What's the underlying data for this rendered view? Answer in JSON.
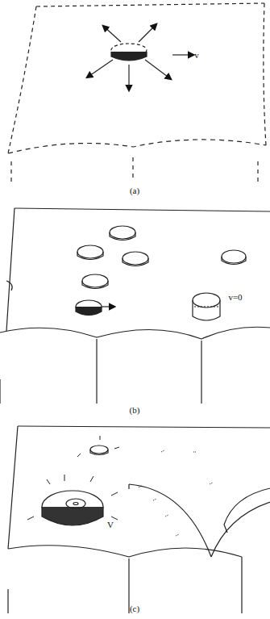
{
  "diagram": {
    "labels": [
      "v",
      "(a)",
      "v=0",
      "(b)",
      "V",
      "(c)"
    ]
  }
}
